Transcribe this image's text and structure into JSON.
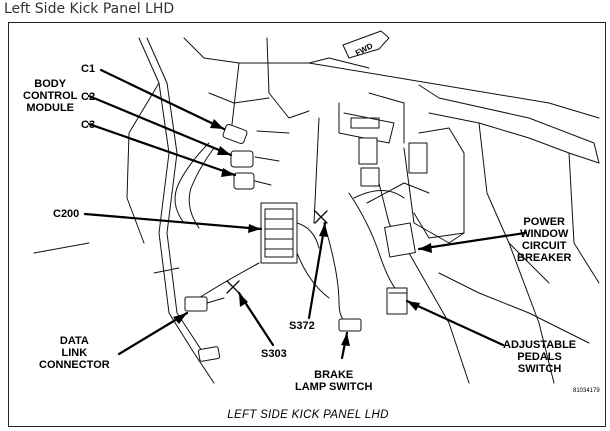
{
  "page_title": "Left Side Kick Panel LHD",
  "diagram": {
    "caption": "LEFT SIDE KICK PANEL LHD",
    "figure_code": "81034179",
    "direction_tag": "FWD",
    "labels": {
      "c1": "C1",
      "body_control_module": [
        "BODY",
        "CONTROL",
        "MODULE"
      ],
      "c2": "C2",
      "c3": "C3",
      "c200": "C200",
      "data_link_connector": [
        "DATA",
        "LINK",
        "CONNECTOR"
      ],
      "s303": "S303",
      "s372": "S372",
      "brake_lamp_switch": [
        "BRAKE",
        "LAMP SWITCH"
      ],
      "power_window_circuit_breaker": [
        "POWER",
        "WINDOW",
        "CIRCUIT",
        "BREAKER"
      ],
      "adjustable_pedals_switch": [
        "ADJUSTABLE",
        "PEDALS",
        "SWITCH"
      ]
    }
  }
}
